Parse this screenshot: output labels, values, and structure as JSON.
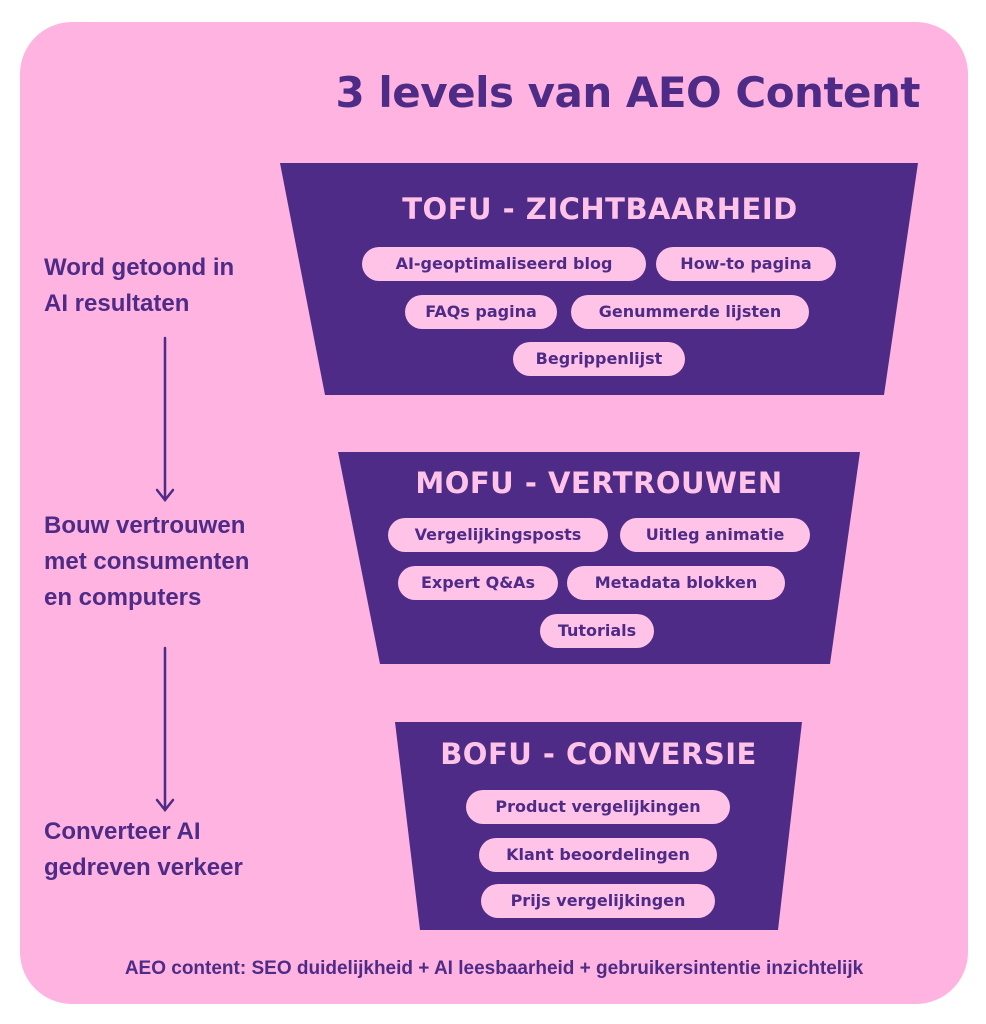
{
  "title": "3 levels van AEO Content",
  "stages": [
    {
      "title": "TOFU - ZICHTBAARHEID",
      "items": [
        "AI-geoptimaliseerd blog",
        "How-to pagina",
        "FAQs pagina",
        "Genummerde lijsten",
        "Begrippenlijst"
      ]
    },
    {
      "title": "MOFU - VERTROUWEN",
      "items": [
        "Vergelijkingsposts",
        "Uitleg animatie",
        "Expert Q&As",
        "Metadata blokken",
        "Tutorials"
      ]
    },
    {
      "title": "BOFU - CONVERSIE",
      "items": [
        "Product vergelijkingen",
        "Klant beoordelingen",
        "Prijs vergelijkingen"
      ]
    }
  ],
  "side_labels": [
    "Word getoond in\nAI resultaten",
    "Bouw vertrouwen\nmet consumenten\nen computers",
    "Converteer AI\ngedreven verkeer"
  ],
  "footer": "AEO content: SEO duidelijkheid + AI leesbaarheid + gebruikersintentie inzichtelijk",
  "colors": {
    "background": "#ffb3e0",
    "funnel": "#4e2b86",
    "pill": "#ffc3e8",
    "text": "#4e2b86"
  }
}
